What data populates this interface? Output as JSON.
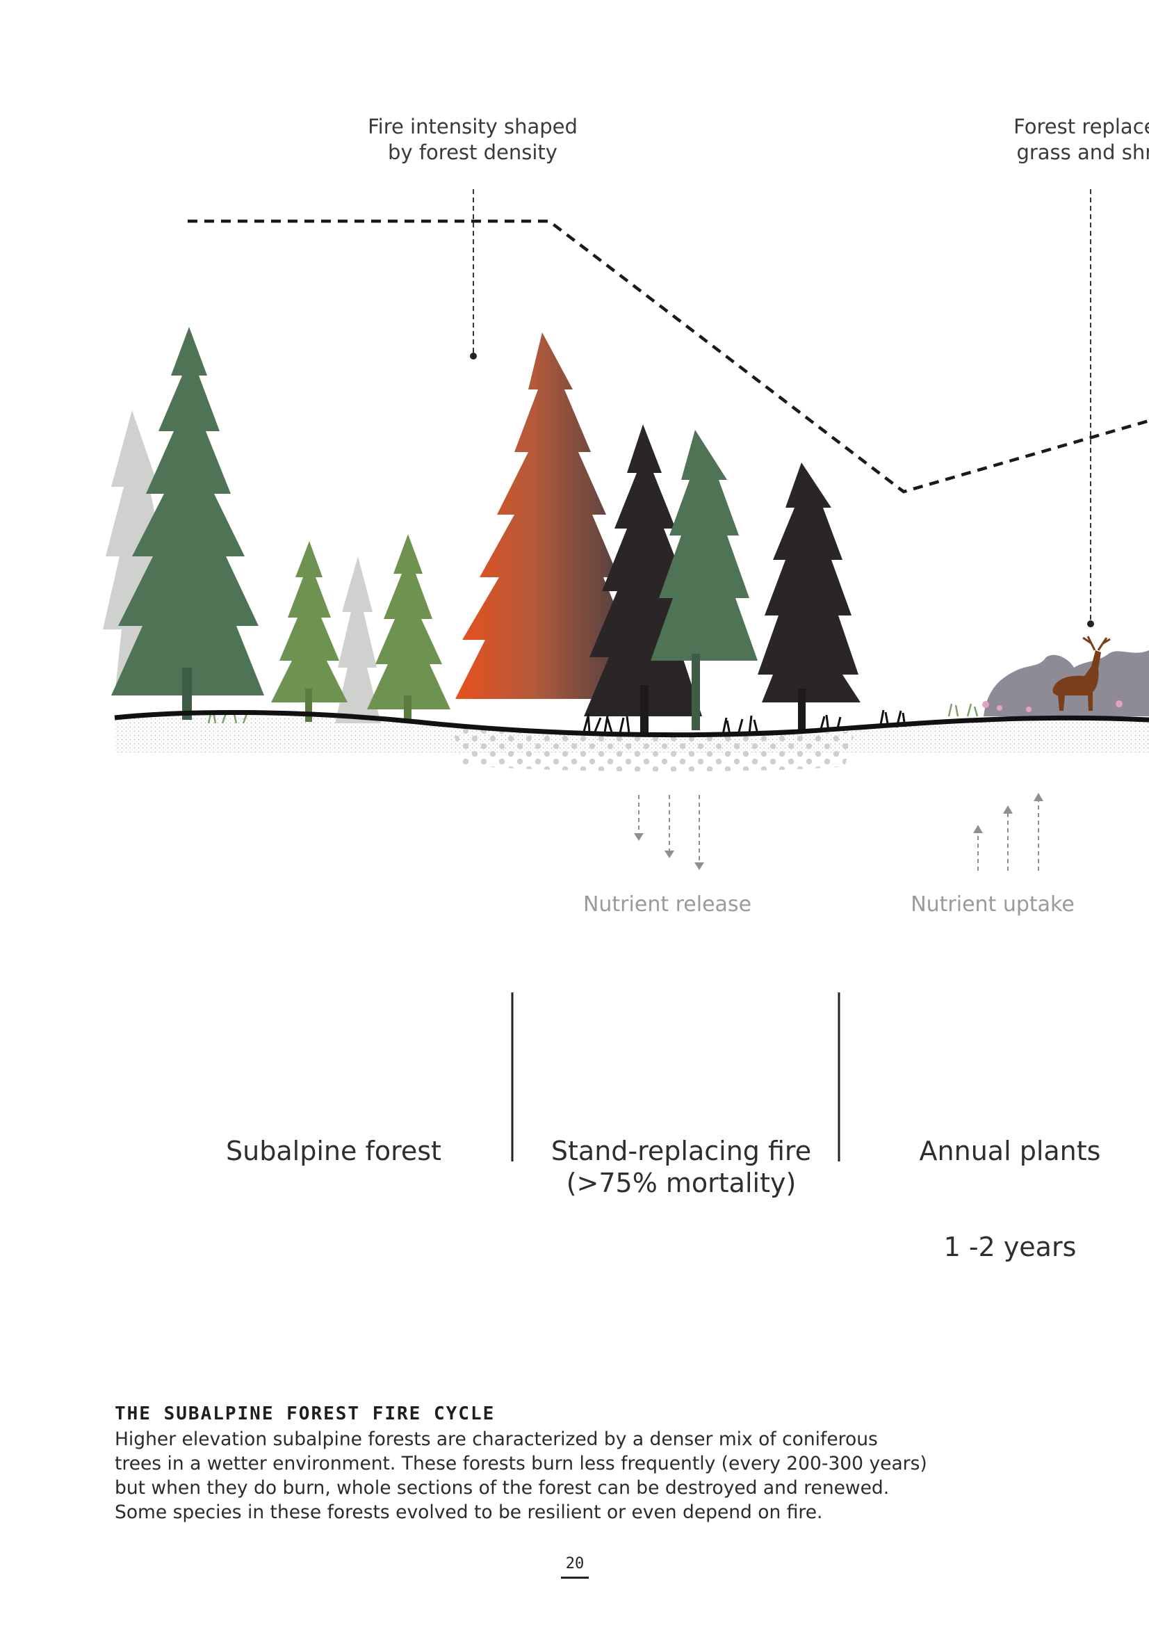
{
  "callouts": {
    "fire_intensity": [
      "Fire intensity shaped",
      "by forest density"
    ],
    "forest_replaced": [
      "Forest replaced",
      "grass and shru"
    ]
  },
  "nutrients": {
    "release_label": "Nutrient release",
    "uptake_label": "Nutrient uptake"
  },
  "stages": [
    {
      "lines": [
        "Subalpine forest"
      ]
    },
    {
      "lines": [
        "Stand-replacing fire",
        "(>75% mortality)"
      ]
    },
    {
      "lines": [
        "Annual plants"
      ],
      "duration": "1 -2 years"
    }
  ],
  "caption": {
    "title": "THE SUBALPINE FOREST FIRE CYCLE",
    "body": [
      "Higher elevation subalpine forests are characterized by a denser mix of coniferous",
      "trees in a wetter environment. These forests burn less frequently (every 200-300 years)",
      "but when they do burn, whole sections of the forest can be destroyed and renewed.",
      "Some species in these forests evolved to be resilient or even depend on fire."
    ]
  },
  "page_number": "20",
  "colors": {
    "green_dark": "#4f7355",
    "green_light": "#6e9250",
    "ghost_tree": "#c7c9c6",
    "burn_orange": "#e04f1f",
    "burn_brown": "#8a4a35",
    "charred": "#2a2627",
    "shrub_grey": "#8e8b96",
    "elk": "#7a3e1a",
    "ground": "#111111",
    "arrow_grey": "#8f8f8f"
  }
}
